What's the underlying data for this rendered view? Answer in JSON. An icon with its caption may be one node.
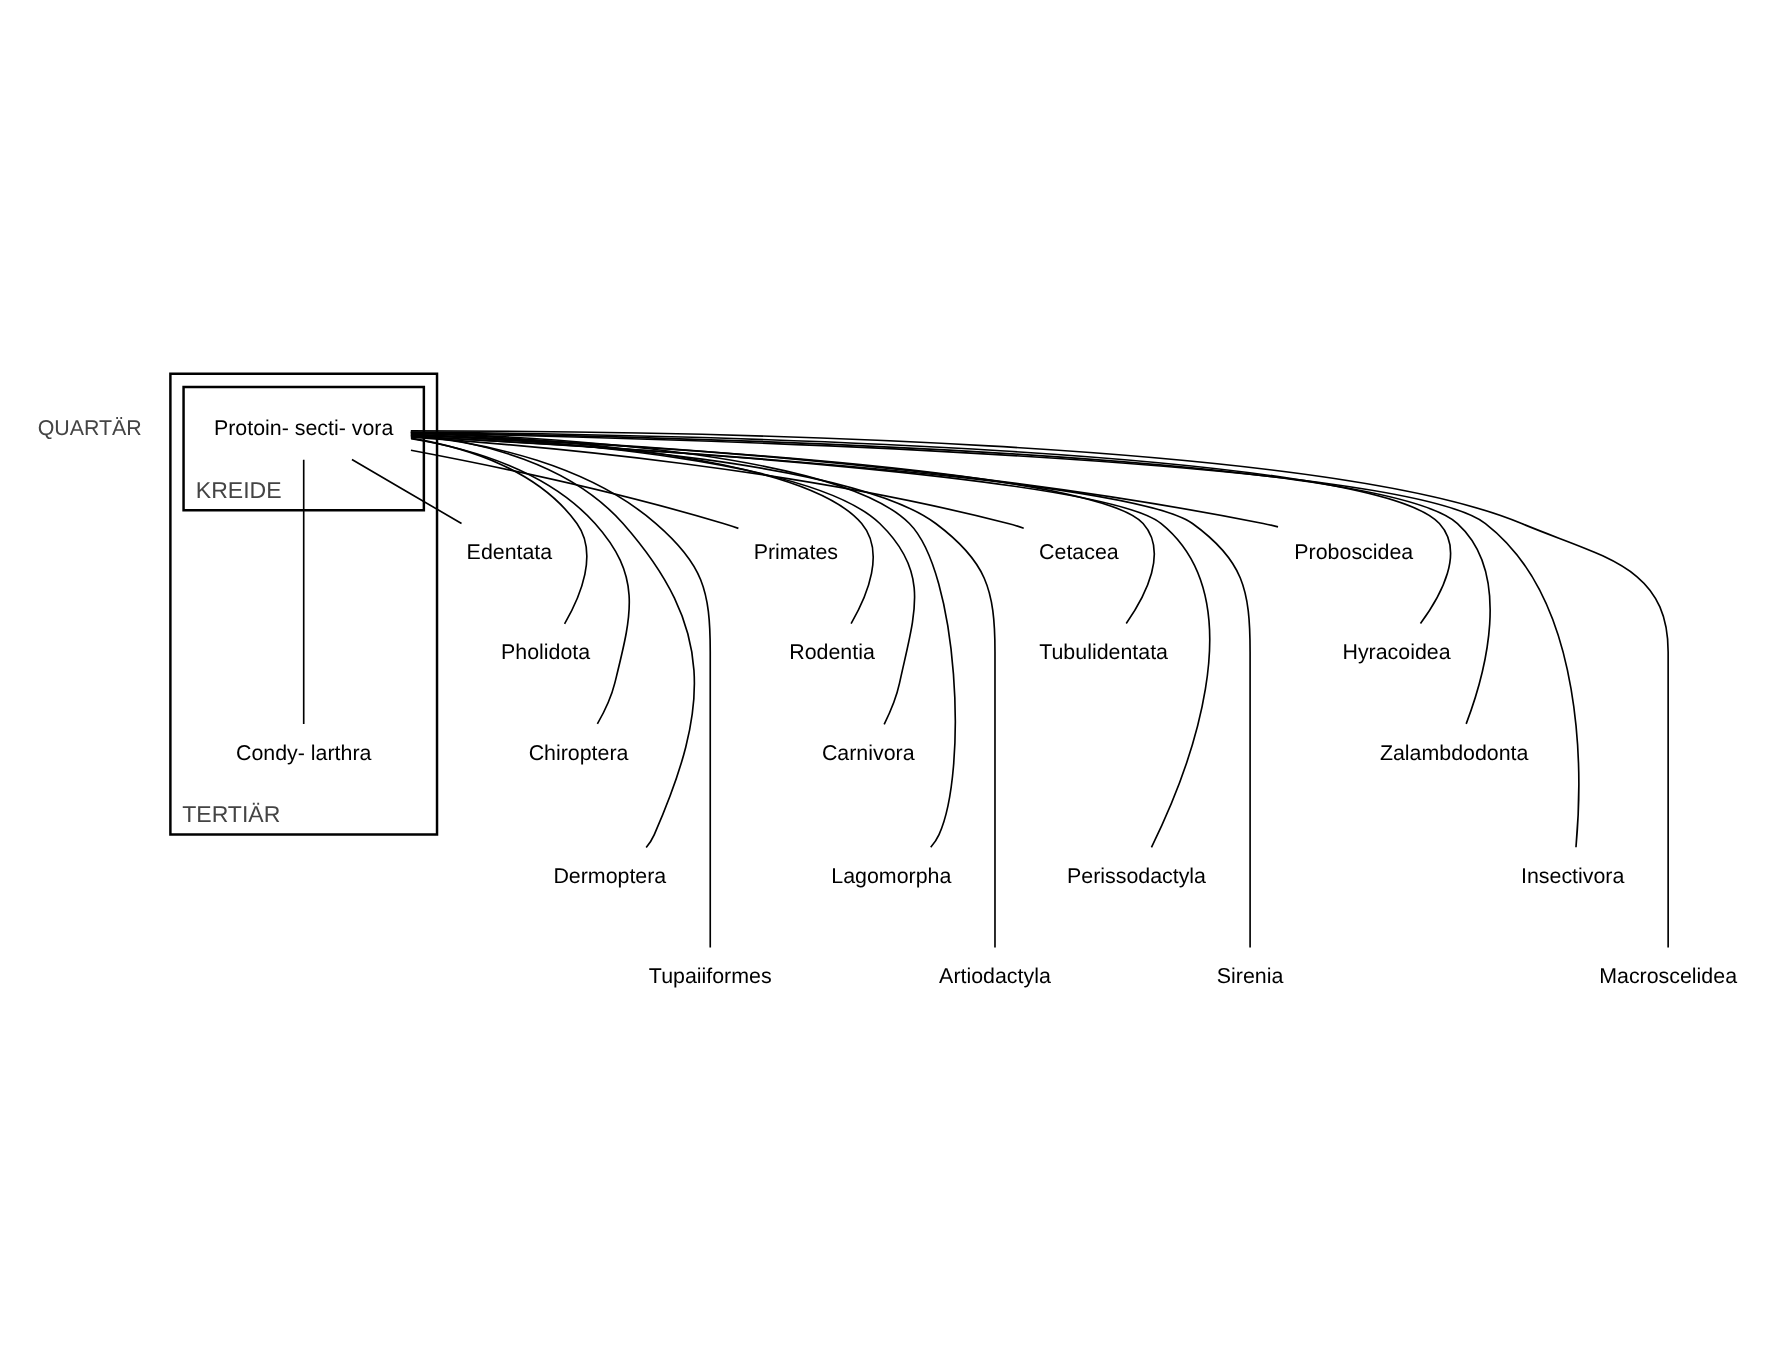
{
  "diagram": {
    "nodes": [
      {
        "text": [
          "QUARTÄR"
        ]
      },
      {
        "text": [
          "TERTIÄR"
        ]
      },
      {
        "text": [
          "KREIDE"
        ],
        "in": 1
      },
      {
        "text": [
          "Protoin- secti- vora"
        ],
        "in": 2
      },
      {
        "text": [
          "Condy- larthra"
        ],
        "in": 1
      },
      {
        "text": [
          "Edentata"
        ]
      },
      {
        "text": [
          "Pholidota"
        ]
      },
      {
        "text": [
          "Chiroptera"
        ]
      },
      {
        "text": [
          "Dermoptera"
        ]
      },
      {
        "text": [
          "Tupaiiformes"
        ]
      },
      {
        "text": [
          "Primates"
        ]
      },
      {
        "text": [
          "Rodentia"
        ]
      },
      {
        "text": [
          "Carnivora"
        ]
      },
      {
        "text": [
          "Lagomorpha"
        ]
      },
      {
        "text": [
          "Artiodactyla"
        ]
      },
      {
        "text": [
          "Cetacea"
        ]
      },
      {
        "text": [
          "Tubulidentata"
        ]
      },
      {
        "text": [
          "Perissodactyla"
        ]
      },
      {
        "text": [
          "Sirenia"
        ]
      },
      {
        "text": [
          "Proboscidea"
        ]
      },
      {
        "text": [
          "Hyracoidea"
        ]
      },
      {
        "text": [
          "Zalambdodonta"
        ]
      },
      {
        "text": [
          "Insectivora"
        ]
      },
      {
        "text": [
          "Macroscelidea"
        ]
      }
    ],
    "edges": [
      {
        "from": 3,
        "to": 5,
        "arrow": "none"
      },
      {
        "from": 3,
        "to": 6,
        "arrow": "none"
      },
      {
        "from": 3,
        "to": 7,
        "arrow": "none"
      },
      {
        "from": 3,
        "to": 8,
        "arrow": "none"
      },
      {
        "from": 3,
        "to": 9,
        "arrow": "none"
      },
      {
        "from": 3,
        "to": 10,
        "arrow": "none"
      },
      {
        "from": 3,
        "to": 11,
        "arrow": "none"
      },
      {
        "from": 3,
        "to": 12,
        "arrow": "none"
      },
      {
        "from": 3,
        "to": 13,
        "arrow": "none"
      },
      {
        "from": 3,
        "to": 14,
        "arrow": "none"
      },
      {
        "from": 3,
        "to": 15,
        "arrow": "none"
      },
      {
        "from": 3,
        "to": 16,
        "arrow": "none"
      },
      {
        "from": 3,
        "to": 4,
        "arrow": "none"
      },
      {
        "from": 3,
        "to": 17,
        "arrow": "none"
      },
      {
        "from": 3,
        "to": 18,
        "arrow": "none"
      },
      {
        "from": 3,
        "to": 19,
        "arrow": "none"
      },
      {
        "from": 3,
        "to": 20,
        "arrow": "none"
      },
      {
        "from": 3,
        "to": 21,
        "arrow": "none"
      },
      {
        "from": 3,
        "to": 22,
        "arrow": "none"
      },
      {
        "from": 3,
        "to": 23,
        "arrow": "none"
      }
    ]
  }
}
